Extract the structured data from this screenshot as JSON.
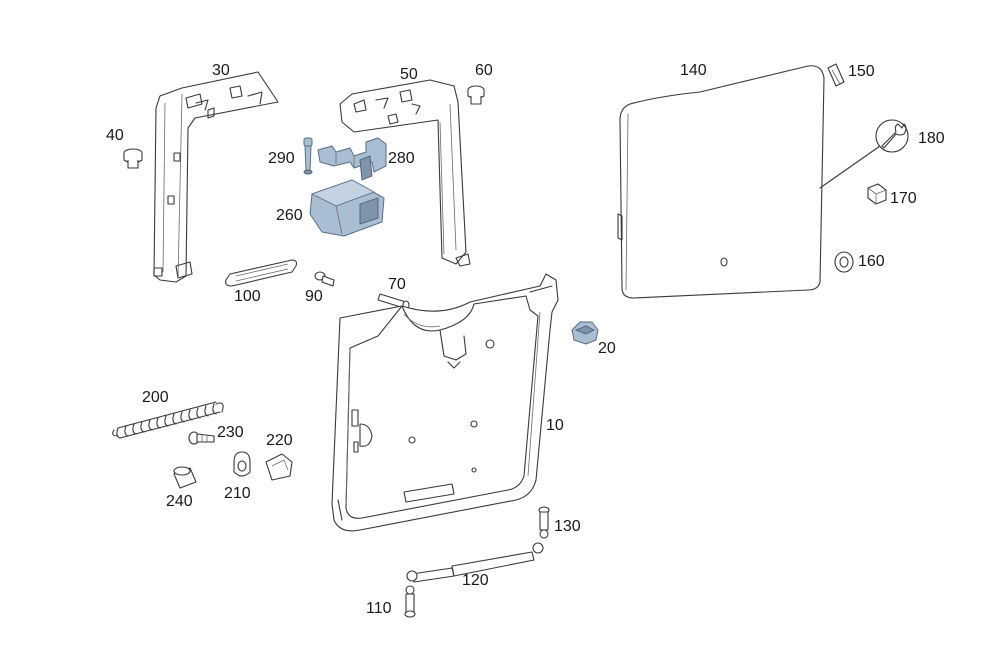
{
  "diagram": {
    "colors": {
      "line": "#3a3a3a",
      "highlight_part": "#a9bed3",
      "background": "#ffffff"
    },
    "icon": "wrench-icon",
    "labels": {
      "l10": "10",
      "l20": "20",
      "l30": "30",
      "l40": "40",
      "l50": "50",
      "l60": "60",
      "l70": "70",
      "l90": "90",
      "l100": "100",
      "l110": "110",
      "l120": "120",
      "l130": "130",
      "l140": "140",
      "l150": "150",
      "l160": "160",
      "l170": "170",
      "l180": "180",
      "l200": "200",
      "l210": "210",
      "l220": "220",
      "l230": "230",
      "l240": "240",
      "l260": "260",
      "l280": "280",
      "l290": "290"
    }
  }
}
